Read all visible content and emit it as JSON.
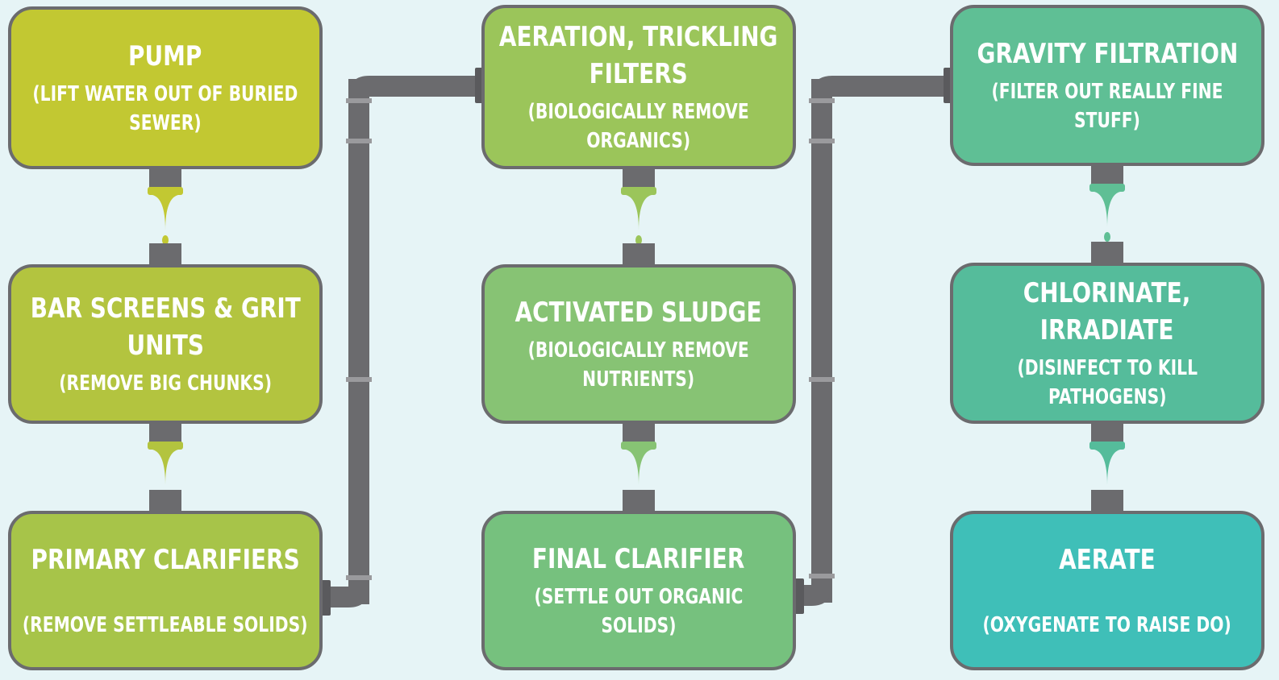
{
  "colors": {
    "pipe": "#6b6b6e",
    "background": "#e6f4f6",
    "c1": "#c2c832",
    "c2": "#b3c43f",
    "c3": "#a7c449",
    "c4": "#9bc55a",
    "c5": "#87c374",
    "c6": "#76c17e",
    "c7": "#5fbf95",
    "c8": "#55bc9b",
    "c9": "#3fbfb8"
  },
  "steps": [
    {
      "title_lines": [
        "PUMP"
      ],
      "sub_lines": [
        "(LIFT WATER OUT OF BURIED",
        "SEWER)"
      ]
    },
    {
      "title_lines": [
        "BAR SCREENS & GRIT",
        "UNITS"
      ],
      "sub_lines": [
        "(REMOVE BIG CHUNKS)"
      ]
    },
    {
      "title_lines": [
        "PRIMARY CLARIFIERS"
      ],
      "sub_lines": [
        "(REMOVE SETTLEABLE SOLIDS)"
      ]
    },
    {
      "title_lines": [
        "AERATION, TRICKLING",
        "FILTERS"
      ],
      "sub_lines": [
        "(BIOLOGICALLY REMOVE",
        "ORGANICS)"
      ]
    },
    {
      "title_lines": [
        "ACTIVATED SLUDGE"
      ],
      "sub_lines": [
        "(BIOLOGICALLY REMOVE",
        "NUTRIENTS)"
      ]
    },
    {
      "title_lines": [
        "FINAL CLARIFIER"
      ],
      "sub_lines": [
        "(SETTLE OUT ORGANIC",
        "SOLIDS)"
      ]
    },
    {
      "title_lines": [
        "GRAVITY FILTRATION"
      ],
      "sub_lines": [
        "(FILTER OUT REALLY FINE",
        "STUFF)"
      ]
    },
    {
      "title_lines": [
        "CHLORINATE,",
        "IRRADIATE"
      ],
      "sub_lines": [
        "(DISINFECT TO KILL",
        "PATHOGENS)"
      ]
    },
    {
      "title_lines": [
        "AERATE"
      ],
      "sub_lines": [
        "(OXYGENATE TO RAISE DO)"
      ]
    }
  ]
}
